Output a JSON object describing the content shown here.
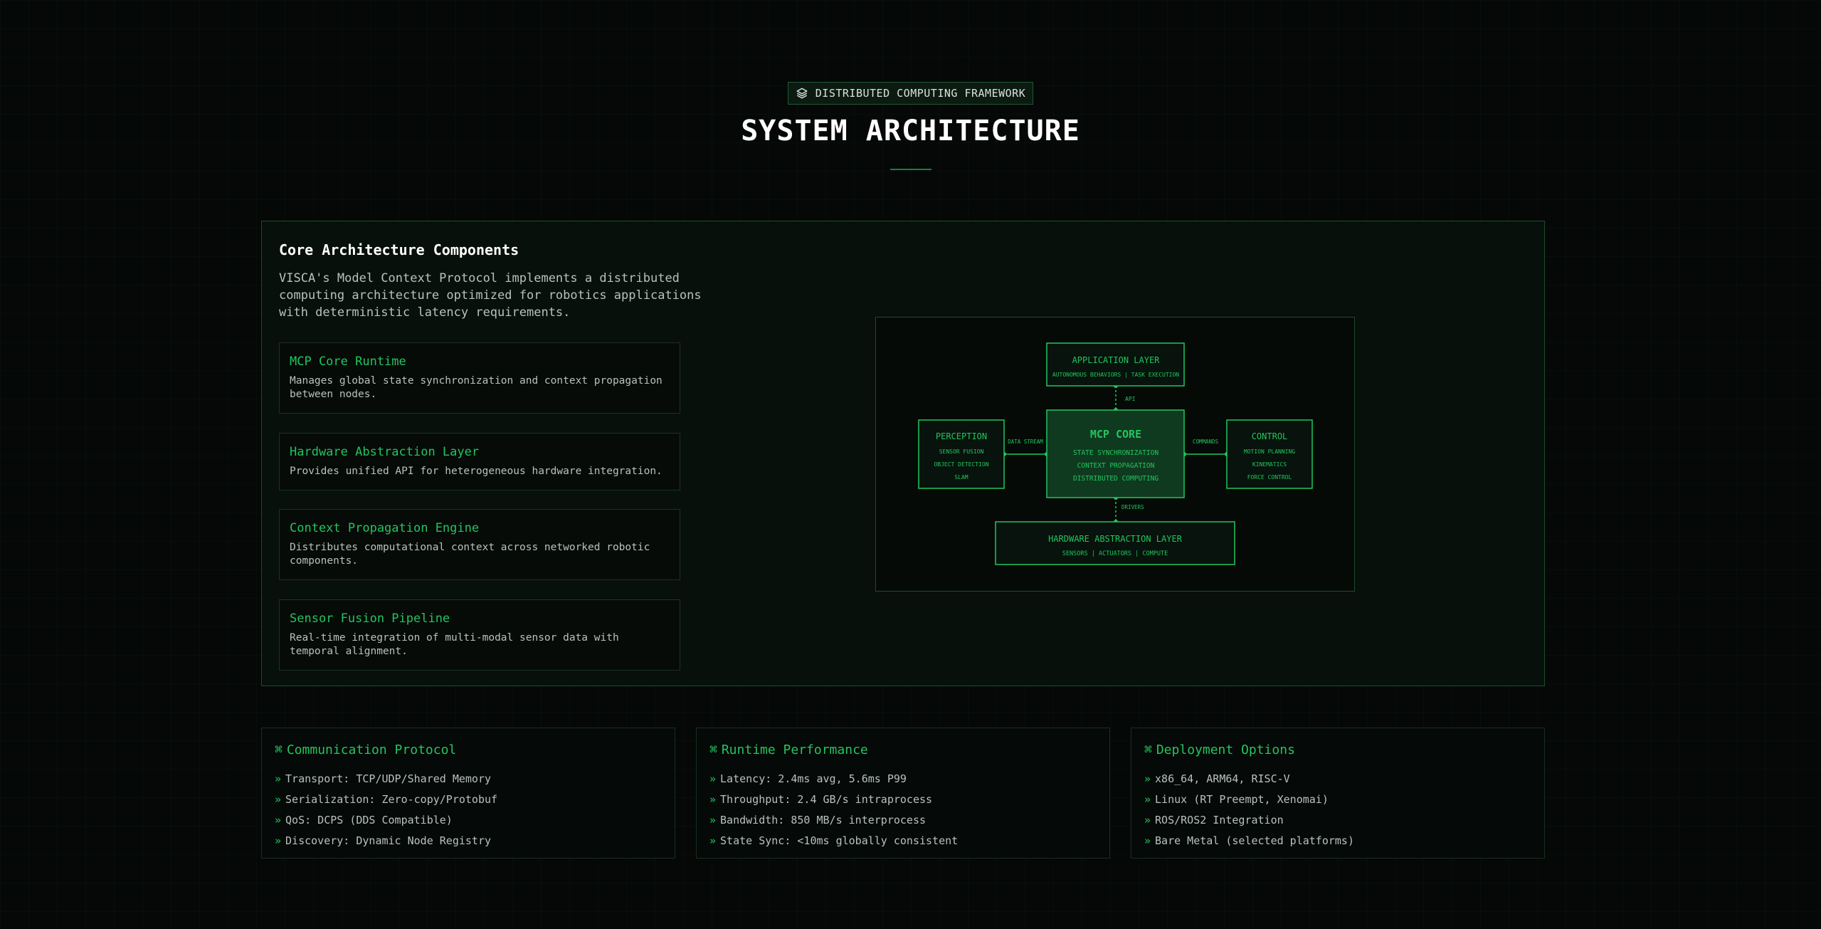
{
  "header": {
    "badge": "DISTRIBUTED COMPUTING FRAMEWORK",
    "badge_icon": "layers-icon",
    "title": "SYSTEM ARCHITECTURE"
  },
  "colors": {
    "accent": "#22c55e",
    "background": "#050807",
    "border": "#1b4d2d"
  },
  "core": {
    "title": "Core Architecture Components",
    "description": "VISCA's Model Context Protocol implements a distributed computing architecture optimized for robotics applications with deterministic latency requirements.",
    "components": [
      {
        "title": "MCP Core Runtime",
        "description": "Manages global state synchronization and context propagation between nodes."
      },
      {
        "title": "Hardware Abstraction Layer",
        "description": "Provides unified API for heterogeneous hardware integration."
      },
      {
        "title": "Context Propagation Engine",
        "description": "Distributes computational context across networked robotic components."
      },
      {
        "title": "Sensor Fusion Pipeline",
        "description": "Real-time integration of multi-modal sensor data with temporal alignment."
      }
    ]
  },
  "diagram": {
    "application": {
      "title": "APPLICATION LAYER",
      "sub": "AUTONOMOUS BEHAVIORS | TASK EXECUTION"
    },
    "core": {
      "title": "MCP CORE",
      "lines": [
        "STATE SYNCHRONIZATION",
        "CONTEXT PROPAGATION",
        "DISTRIBUTED COMPUTING"
      ]
    },
    "perception": {
      "title": "PERCEPTION",
      "lines": [
        "SENSOR FUSION",
        "OBJECT DETECTION",
        "SLAM"
      ]
    },
    "control": {
      "title": "CONTROL",
      "lines": [
        "MOTION PLANNING",
        "KINEMATICS",
        "FORCE CONTROL"
      ]
    },
    "hal": {
      "title": "HARDWARE ABSTRACTION LAYER",
      "sub": "SENSORS | ACTUATORS | COMPUTE"
    },
    "edges": {
      "api": "API",
      "data_stream": "DATA STREAM",
      "commands": "COMMANDS",
      "drivers": "DRIVERS"
    }
  },
  "cards": [
    {
      "symbol": "⌘",
      "title": "Communication Protocol",
      "bullet": "»",
      "items": [
        "Transport: TCP/UDP/Shared Memory",
        "Serialization: Zero-copy/Protobuf",
        "QoS: DCPS (DDS Compatible)",
        "Discovery: Dynamic Node Registry"
      ]
    },
    {
      "symbol": "⌘",
      "title": "Runtime Performance",
      "bullet": "»",
      "items": [
        "Latency: 2.4ms avg, 5.6ms P99",
        "Throughput: 2.4 GB/s intraprocess",
        "Bandwidth: 850 MB/s interprocess",
        "State Sync: <10ms globally consistent"
      ]
    },
    {
      "symbol": "⌘",
      "title": "Deployment Options",
      "bullet": "»",
      "items": [
        "x86_64, ARM64, RISC-V",
        "Linux (RT Preempt, Xenomai)",
        "ROS/ROS2 Integration",
        "Bare Metal (selected platforms)"
      ]
    }
  ]
}
